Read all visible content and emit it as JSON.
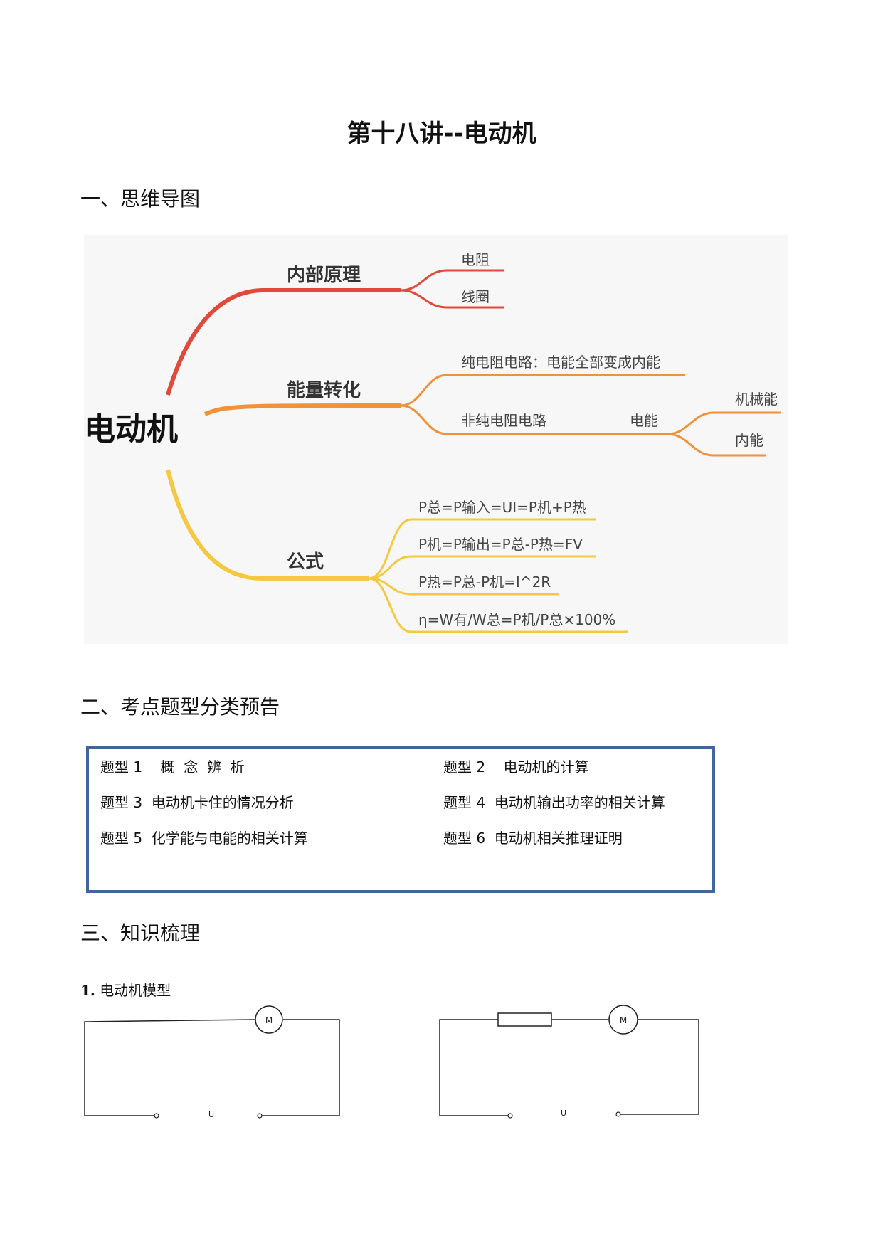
{
  "doc": {
    "title": "第十八讲--电动机",
    "sections": {
      "s1": "一、思维导图",
      "s2": "二、考点题型分类预告",
      "s3": "三、知识梳理"
    }
  },
  "mindmap": {
    "root": "电动机",
    "branches": [
      {
        "label": "内部原理",
        "color": "#e04a3a",
        "children": [
          "电阻",
          "线圈"
        ]
      },
      {
        "label": "能量转化",
        "color": "#f0923a",
        "children": [
          "纯电阻电路：电能全部变成内能",
          "非纯电阻电路",
          "电能",
          "机械能",
          "内能"
        ]
      },
      {
        "label": "公式",
        "color": "#f5c842",
        "children": [
          "P总=P输入=UI=P机+P热",
          "P机=P输出=P总-P热=FV",
          "P热=P总-P机=I^2R",
          "η=W有/W总=P机/P总×100%"
        ]
      }
    ]
  },
  "types": {
    "border_color": "#41669b",
    "items": [
      "题型 1    概  念  辨  析",
      "题型 2    电动机的计算",
      "题型 3  电动机卡住的情况分析",
      "题型 4  电动机输出功率的相关计算",
      "题型 5  化学能与电能的相关计算",
      "题型 6  电动机相关推理证明"
    ]
  },
  "knowledge": {
    "item1_num": "1.",
    "item1_label": "电动机模型",
    "circuit1": {
      "motor": "M",
      "voltage": "U"
    },
    "circuit2": {
      "motor": "M",
      "voltage": "U"
    }
  }
}
